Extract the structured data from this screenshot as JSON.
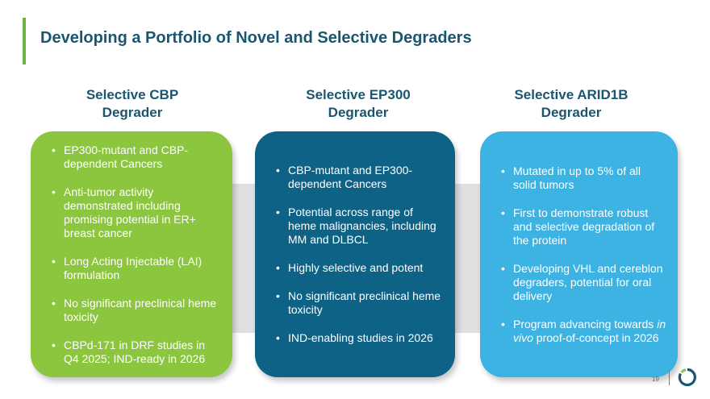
{
  "slide": {
    "title": "Developing a Portfolio of Novel and Selective Degraders",
    "page_number": "19"
  },
  "columns": [
    {
      "title": "Selective CBP\nDegrader",
      "color": "#8cc63f",
      "bullets": [
        "EP300-mutant and CBP-dependent Cancers",
        "Anti-tumor activity demonstrated including promising potential in ER+ breast cancer",
        "Long Acting Injectable (LAI) formulation",
        "No significant preclinical heme toxicity",
        "CBPd-171 in DRF studies in Q4 2025; IND-ready in 2026"
      ]
    },
    {
      "title": "Selective EP300\nDegrader",
      "color": "#0e6285",
      "bullets": [
        "CBP-mutant and EP300-dependent Cancers",
        "Potential across range of heme malignancies, including MM and DLBCL",
        "Highly selective and potent",
        "No significant preclinical heme toxicity",
        "IND-enabling studies in 2026"
      ]
    },
    {
      "title": "Selective ARID1B\nDegrader",
      "color": "#3cb3e3",
      "bullets": [
        "Mutated in up to 5% of all solid tumors",
        "First to demonstrate robust and selective degradation of the protein",
        "Developing VHL and cereblon degraders, potential for oral delivery",
        {
          "italic": "in vivo",
          "before": "Program advancing towards ",
          "after": " proof-of-concept in 2026"
        }
      ]
    }
  ],
  "colors": {
    "title": "#1b5670",
    "accent_bar": "#6db33f",
    "band": "#dfe0e1"
  },
  "icons": {
    "logo": "ring-logo-icon"
  }
}
